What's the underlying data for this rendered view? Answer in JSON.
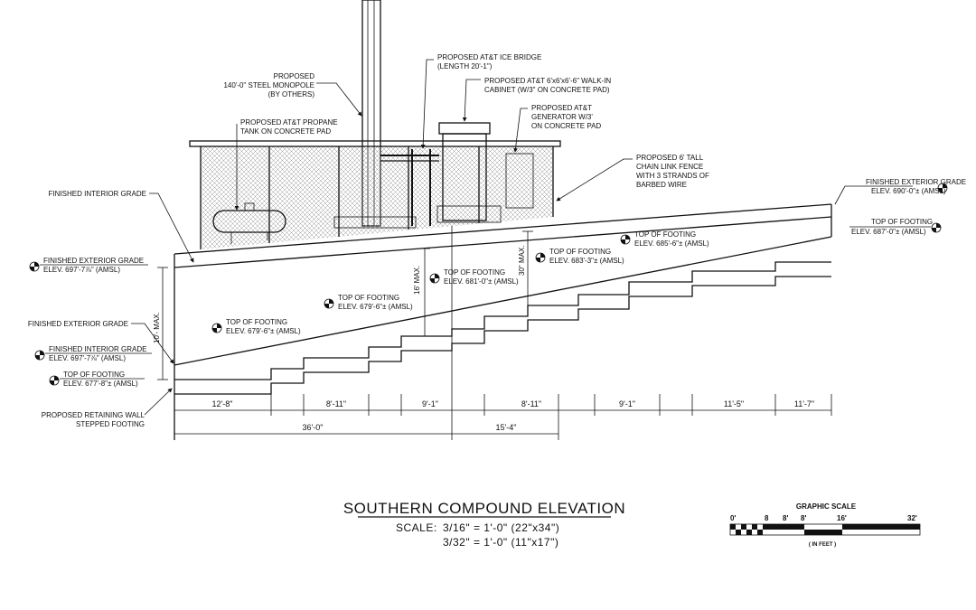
{
  "drawing": {
    "title": "SOUTHERN COMPOUND ELEVATION",
    "scale_prefix": "SCALE:",
    "scale_line_1": "3/16\" = 1'-0\" (22\"x34\")",
    "scale_line_2": "3/32\" = 1'-0\" (11\"x17\")"
  },
  "callouts": {
    "monopole": [
      "PROPOSED",
      "140'-0\" STEEL MONOPOLE",
      "(BY OTHERS)"
    ],
    "propane": [
      "PROPOSED AT&T PROPANE",
      "TANK ON CONCRETE PAD"
    ],
    "ice_bridge": [
      "PROPOSED AT&T ICE BRIDGE",
      "(LENGTH 20'-1\")"
    ],
    "cabinet": [
      "PROPOSED AT&T 6'x6'x6'-6\" WALK-IN",
      "CABINET (W/3\" ON CONCRETE PAD)"
    ],
    "generator": [
      "PROPOSED AT&T",
      "GENERATOR W/3'",
      "ON CONCRETE PAD"
    ],
    "fence": [
      "PROPOSED 6' TALL",
      "CHAIN LINK FENCE",
      "WITH 3 STRANDS OF",
      "BARBED WIRE"
    ],
    "finished_interior_grade_top": "FINISHED INTERIOR GRADE",
    "finished_exterior_grade_mid": "FINISHED EXTERIOR GRADE",
    "retaining_wall": [
      "PROPOSED RETAINING WALL",
      "STEPPED FOOTING"
    ]
  },
  "elevation_markers": {
    "left_ext_grade": [
      "FINISHED EXTERIOR GRADE",
      "ELEV. 697'-7⅞\" (AMSL)"
    ],
    "left_int_grade": [
      "FINISHED INTERIOR GRADE",
      "ELEV. 697'-7⅞\" (AMSL)"
    ],
    "left_footing": [
      "TOP OF FOOTING",
      "ELEV. 677'-8\"± (AMSL)"
    ],
    "right_ext_grade": [
      "FINISHED EXTERIOR GRADE",
      "ELEV. 690'-0\"± (AMSL)"
    ],
    "right_footing": [
      "TOP OF FOOTING",
      "ELEV. 687'-0\"± (AMSL)"
    ],
    "footing_679": [
      "TOP OF FOOTING",
      "ELEV. 679'-6\"± (AMSL)"
    ],
    "footing_679b": [
      "TOP OF FOOTING",
      "ELEV. 679'-6\"± (AMSL)"
    ],
    "footing_681": [
      "TOP OF FOOTING",
      "ELEV. 681'-0\"± (AMSL)"
    ],
    "footing_683": [
      "TOP OF FOOTING",
      "ELEV. 683'-3\"± (AMSL)"
    ],
    "footing_685": [
      "TOP OF FOOTING",
      "ELEV. 685'-6\"± (AMSL)"
    ]
  },
  "vertical_dims": {
    "ten_max": "10'- MAX.",
    "sixteen_max": "16' MAX.",
    "thirty_max": "30\" MAX."
  },
  "dimensions": {
    "row1": [
      "12'-8\"",
      "8'-11\"",
      "9'-1\"",
      "8'-11\"",
      "9'-1\"",
      "11'-5\"",
      "11'-7\""
    ],
    "row2": [
      "36'-0\"",
      "15'-4\""
    ]
  },
  "graphic_scale": {
    "title": "GRAPHIC SCALE",
    "ticks": [
      "0'",
      "8",
      "8'",
      "8'",
      "16'",
      "32'"
    ],
    "unit": "( IN FEET )"
  },
  "colors": {
    "ink": "#111111",
    "paper": "#ffffff",
    "hatch": "#9a9a9a"
  }
}
